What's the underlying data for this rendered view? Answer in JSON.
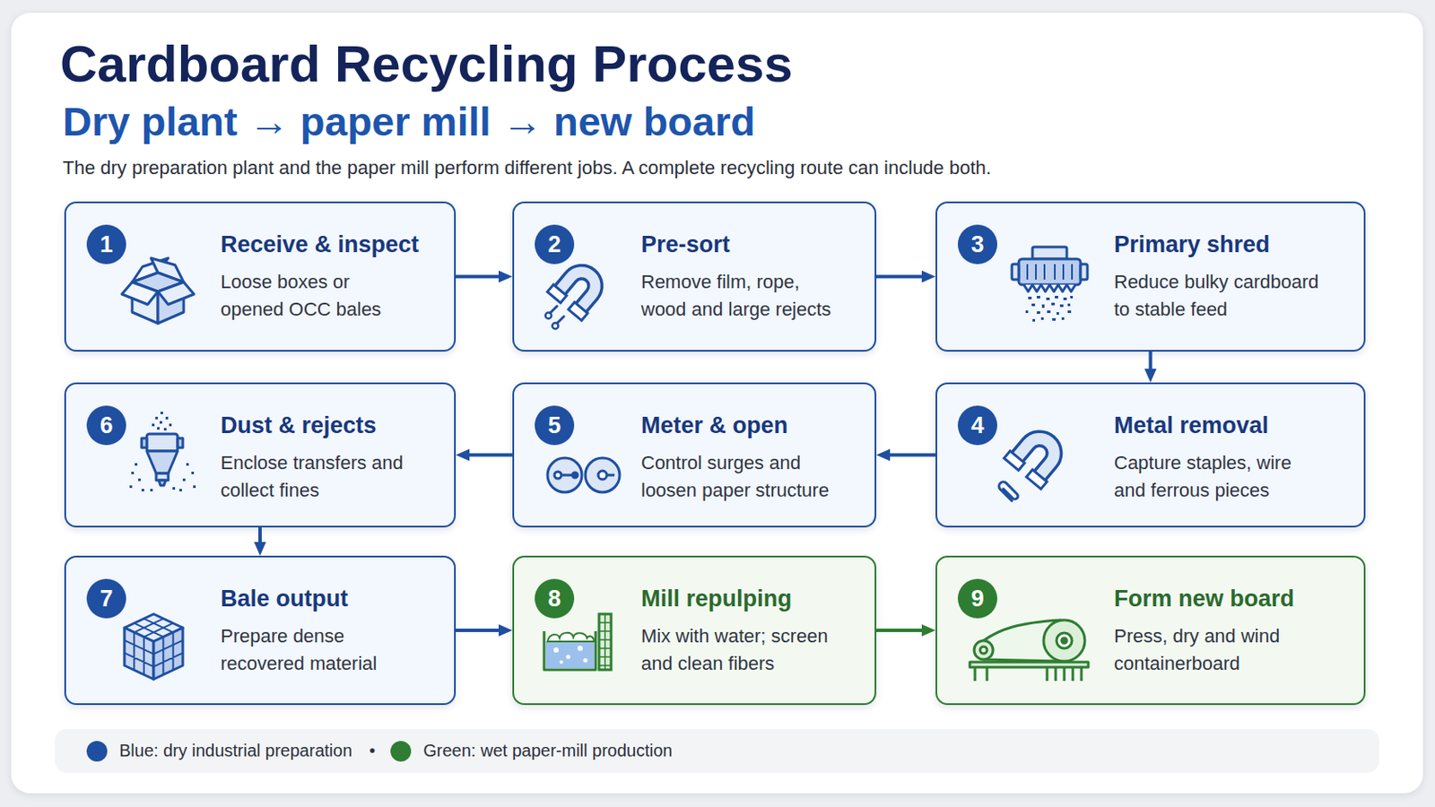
{
  "diagram": {
    "title": "Cardboard Recycling Process",
    "nodes": [
      {
        "text": [
          "1",
          "Receive & inspect",
          "Loose boxes or opened OCC bales"
        ]
      },
      {
        "text": [
          "2",
          "Pre-sort",
          "Remove film, rope, wood and large rejects"
        ]
      },
      {
        "text": [
          "3",
          "Primary shred",
          "Reduce bulky cardboard to stable feed"
        ]
      },
      {
        "text": [
          "4",
          "Metal removal",
          "Capture staples, wire and ferrous pieces"
        ]
      },
      {
        "text": [
          "5",
          "Meter & open",
          "Control surges and loosen paper structure"
        ]
      },
      {
        "text": [
          "6",
          "Dust & rejects",
          "Enclose transfers and collect fines"
        ]
      },
      {
        "text": [
          "7",
          "Bale output",
          "Prepare dense recovered material"
        ]
      },
      {
        "text": [
          "8",
          "Mill repulping",
          "Mix with water; screen and clean fibers"
        ]
      },
      {
        "text": [
          "9",
          "Form new board",
          "Press, dry and wind containerboard"
        ]
      }
    ],
    "edges": [
      {
        "from": 0,
        "to": 1,
        "arrow": "to"
      },
      {
        "from": 1,
        "to": 2,
        "arrow": "to"
      },
      {
        "from": 2,
        "to": 3,
        "arrow": "to"
      },
      {
        "from": 3,
        "to": 4,
        "arrow": "to"
      },
      {
        "from": 4,
        "to": 5,
        "arrow": "to"
      },
      {
        "from": 5,
        "to": 6,
        "arrow": "to"
      },
      {
        "from": 6,
        "to": 7,
        "arrow": "to"
      },
      {
        "from": 7,
        "to": 8,
        "arrow": "to"
      }
    ],
    "labels": [
      "Dry plant → paper mill → new board",
      "The dry preparation plant and the paper mill perform different jobs. A complete recycling route can include both.",
      "•"
    ],
    "legend": [
      {
        "text": "Blue: dry industrial preparation",
        "color": "#1f4fa0"
      },
      {
        "text": "Green: wet paper-mill production",
        "color": "#2e7d32"
      }
    ]
  }
}
